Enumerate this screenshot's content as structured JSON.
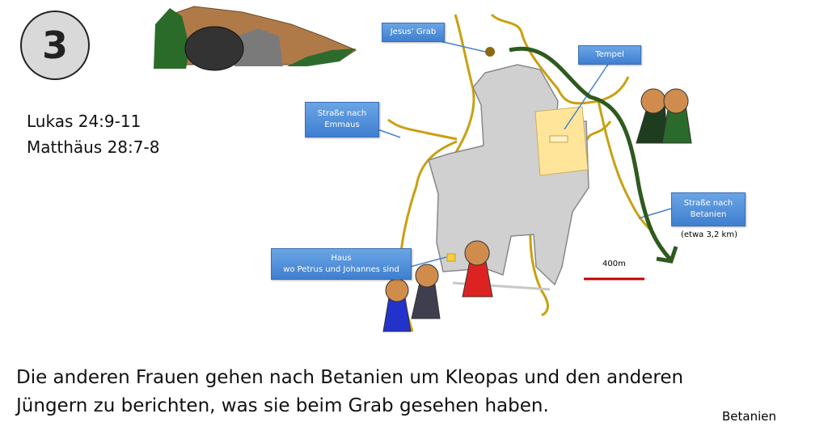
{
  "slide_number": "3",
  "references": [
    "Lukas 24:9-11",
    "Matthäus 28:7-8"
  ],
  "labels": {
    "grave": "Jesus‘ Grab",
    "temple": "Tempel",
    "emmaus_road": [
      "Straße nach",
      "Emmaus"
    ],
    "betanien_road": [
      "Straße nach",
      "Betanien"
    ],
    "distance": "(etwa 3,2 km)",
    "house": [
      "Haus",
      "wo Petrus und Johannes sind"
    ],
    "scale": "400m"
  },
  "caption": [
    "Die anderen Frauen gehen nach Betanien um Kleopas und den anderen",
    "Jüngern zu berichten, was sie beim Grab gesehen haben."
  ],
  "footer_label": "Betanien",
  "colors": {
    "road": "#c9a010",
    "arrow": "#2f5a1e",
    "city": "#d0d0d0",
    "scale_bar": "#c00000",
    "label_bg": "#4f8fdc"
  }
}
